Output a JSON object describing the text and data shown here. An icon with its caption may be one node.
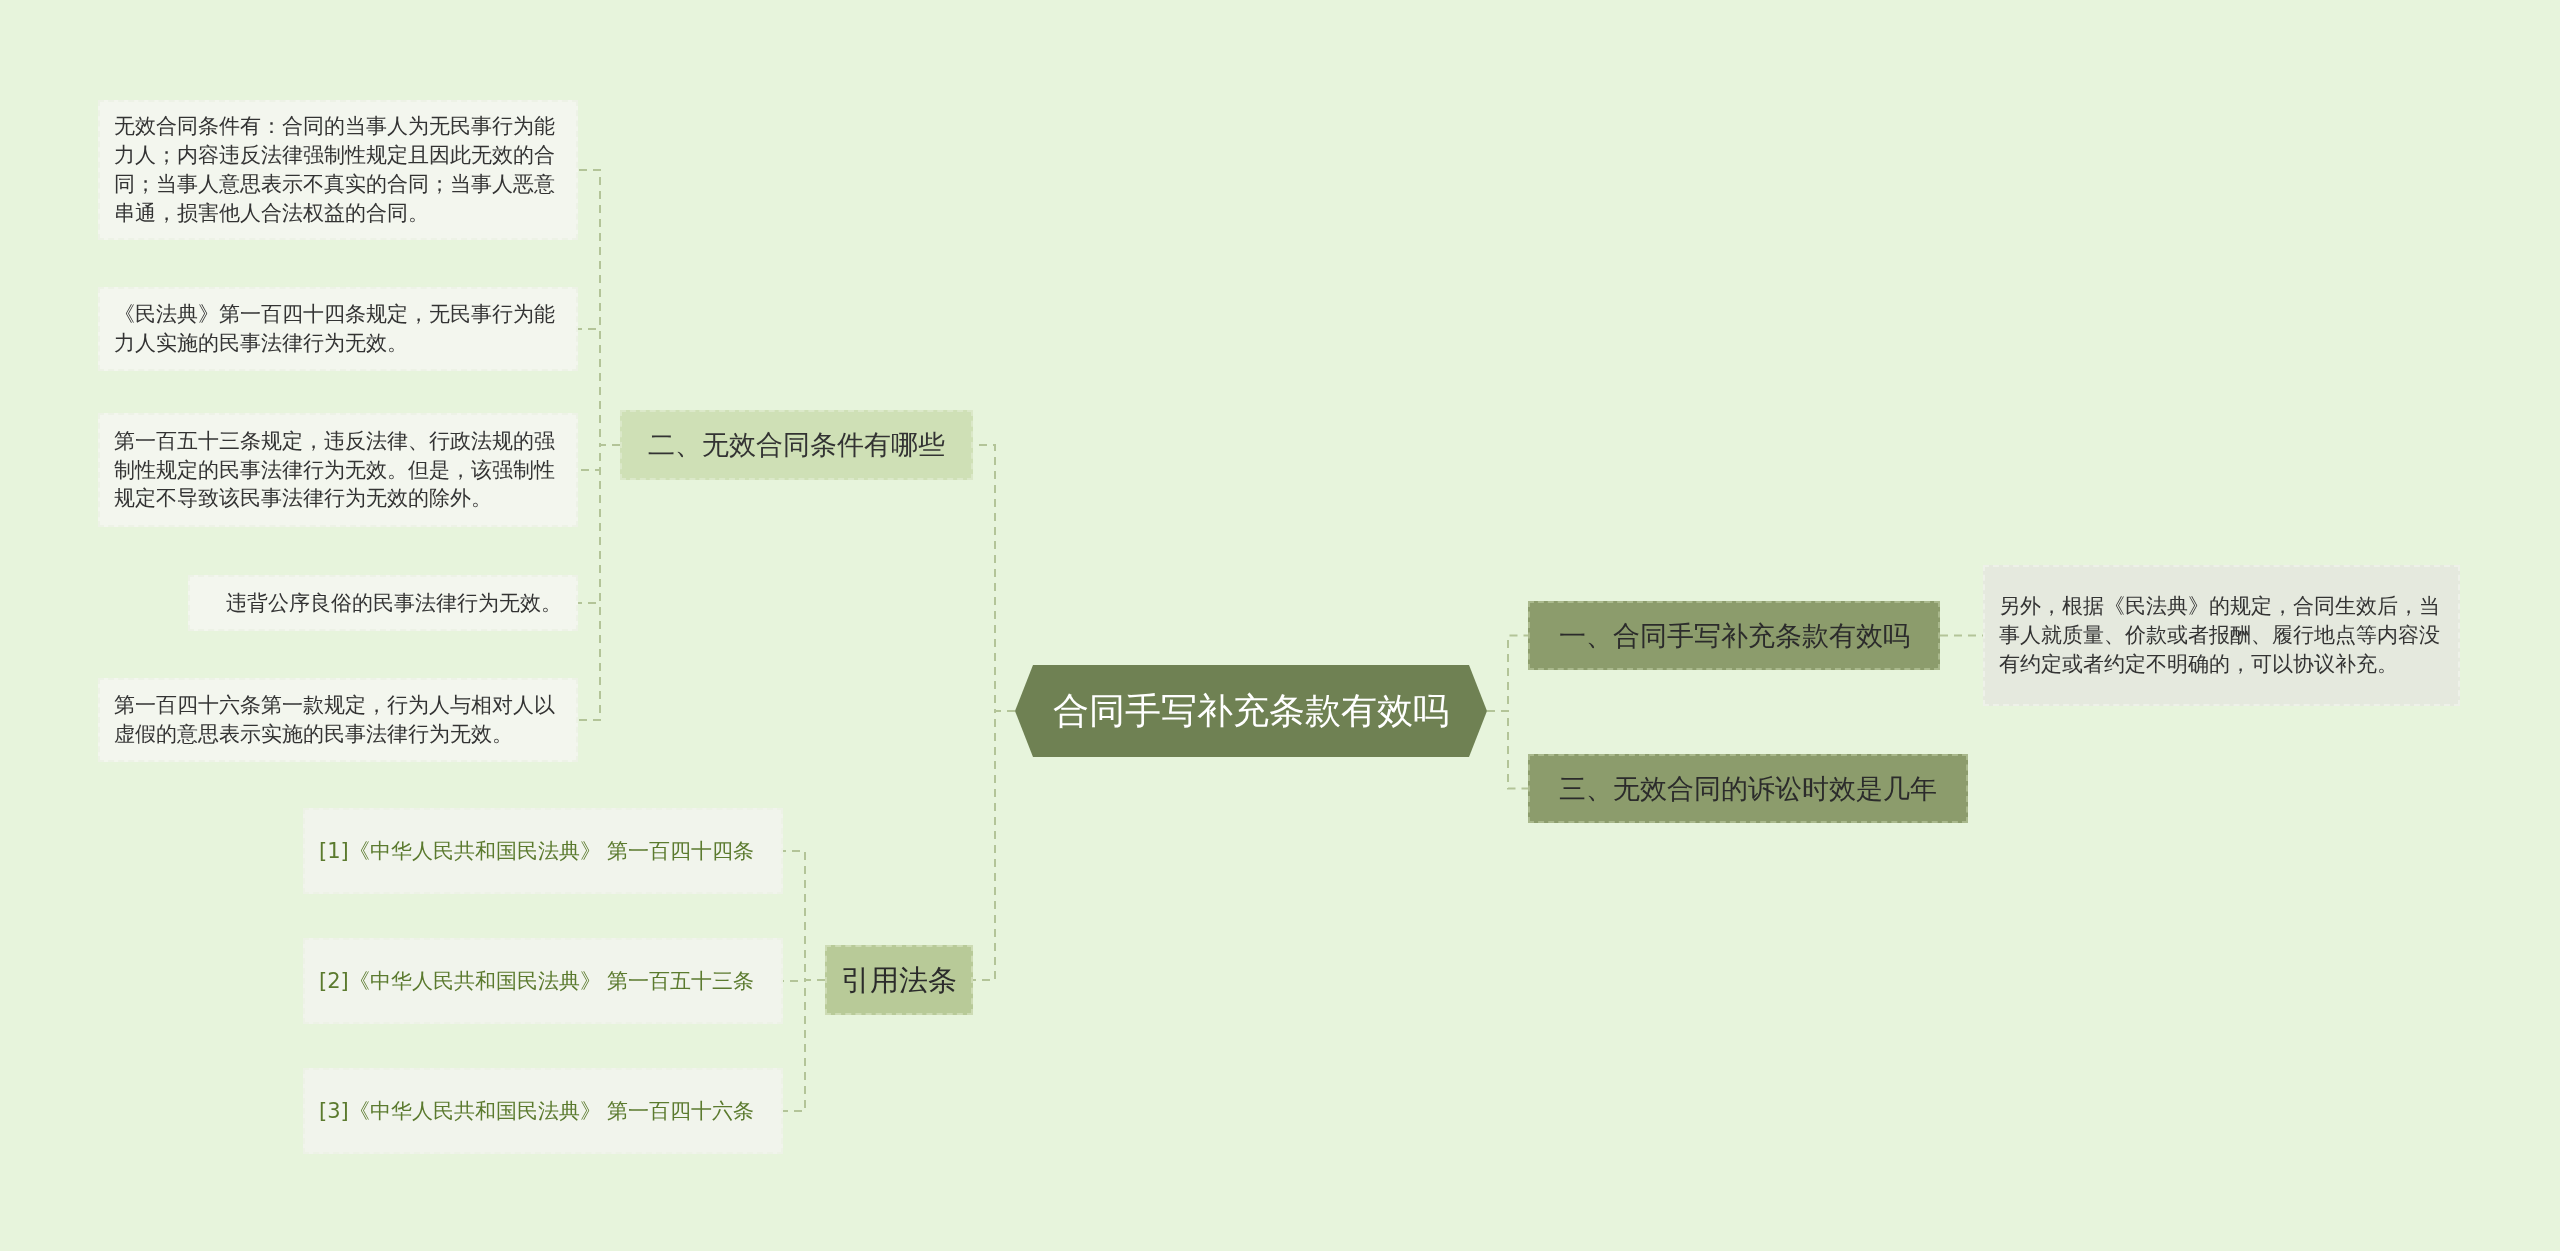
{
  "diagram": {
    "nodes": [
      {
        "text": [
          "合同手写补充条款有效吗"
        ]
      },
      {
        "text": [
          "二、无效合同条件有哪些"
        ]
      },
      {
        "text": [
          "无效合同条件有：合同的当事人为无民事行为能力人；内容违反法律强制性规定且因此无效的合同；当事人意思表示不真实的合同；当事人恶意串通，损害他人合法权益的合同。"
        ]
      },
      {
        "text": [
          "《民法典》第一百四十四条规定，无民事行为能力人实施的民事法律行为无效。"
        ]
      },
      {
        "text": [
          "第一百五十三条规定，违反法律、行政法规的强制性规定的民事法律行为无效。但是，该强制性规定不导致该民事法律行为无效的除外。"
        ]
      },
      {
        "text": [
          "违背公序良俗的民事法律行为无效。"
        ]
      },
      {
        "text": [
          "第一百四十六条第一款规定，行为人与相对人以虚假的意思表示实施的民事法律行为无效。"
        ]
      },
      {
        "text": [
          "引用法条"
        ]
      },
      {
        "text": [
          "[1]《中华人民共和国民法典》 第一百四十四条"
        ]
      },
      {
        "text": [
          "[2]《中华人民共和国民法典》 第一百五十三条"
        ]
      },
      {
        "text": [
          "[3]《中华人民共和国民法典》 第一百四十六条"
        ]
      },
      {
        "text": [
          "一、合同手写补充条款有效吗"
        ]
      },
      {
        "text": [
          "另外，根据《民法典》的规定，合同生效后，当事人就质量、价款或者报酬、履行地点等内容没有约定或者约定不明确的，可以协议补充。"
        ]
      },
      {
        "text": [
          "三、无效合同的诉讼时效是几年"
        ]
      }
    ],
    "edges": [
      {
        "from": 0,
        "to": 1,
        "arrow": "none",
        "style": "dashed"
      },
      {
        "from": 1,
        "to": 2,
        "arrow": "none",
        "style": "dashed"
      },
      {
        "from": 1,
        "to": 3,
        "arrow": "none",
        "style": "dashed"
      },
      {
        "from": 1,
        "to": 4,
        "arrow": "none",
        "style": "dashed"
      },
      {
        "from": 1,
        "to": 5,
        "arrow": "none",
        "style": "dashed"
      },
      {
        "from": 1,
        "to": 6,
        "arrow": "none",
        "style": "dashed"
      },
      {
        "from": 0,
        "to": 7,
        "arrow": "none",
        "style": "dashed"
      },
      {
        "from": 7,
        "to": 8,
        "arrow": "none",
        "style": "dashed"
      },
      {
        "from": 7,
        "to": 9,
        "arrow": "none",
        "style": "dashed"
      },
      {
        "from": 7,
        "to": 10,
        "arrow": "none",
        "style": "dashed"
      },
      {
        "from": 0,
        "to": 11,
        "arrow": "none",
        "style": "dashed"
      },
      {
        "from": 11,
        "to": 12,
        "arrow": "none",
        "style": "dashed"
      },
      {
        "from": 0,
        "to": 13,
        "arrow": "none",
        "style": "dashed"
      }
    ]
  }
}
